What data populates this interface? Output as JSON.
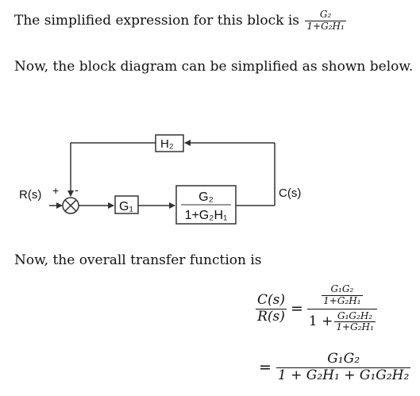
{
  "intro": {
    "sentence": "The simplified expression for this block is",
    "frac_num": "G₂",
    "frac_den": "1+G₂H₁"
  },
  "statement": "Now, the block diagram can be simplified as shown below.",
  "diagram": {
    "input_label": "R(s)",
    "output_label": "C(s)",
    "plus_sign": "+",
    "minus_sign": "-",
    "block_g1": "G₁",
    "block_h2": "H₂",
    "block_mid_num": "G₂",
    "block_mid_den": "1+G₂H₁"
  },
  "conclusion": "Now, the overall transfer function is",
  "equation": {
    "lhs_num": "C(s)",
    "lhs_den": "R(s)",
    "eq1": "=",
    "inner_num": "G₁G₂",
    "inner_den": "1+G₂H₁",
    "one_plus": "1 +",
    "inner2_num": "G₁G₂H₂",
    "inner2_den": "1+G₂H₁",
    "eq2": "=",
    "final_num": "G₁G₂",
    "final_den": "1 + G₂H₁ + G₁G₂H₂"
  },
  "colors": {
    "line": "#333333",
    "text": "#111111"
  }
}
